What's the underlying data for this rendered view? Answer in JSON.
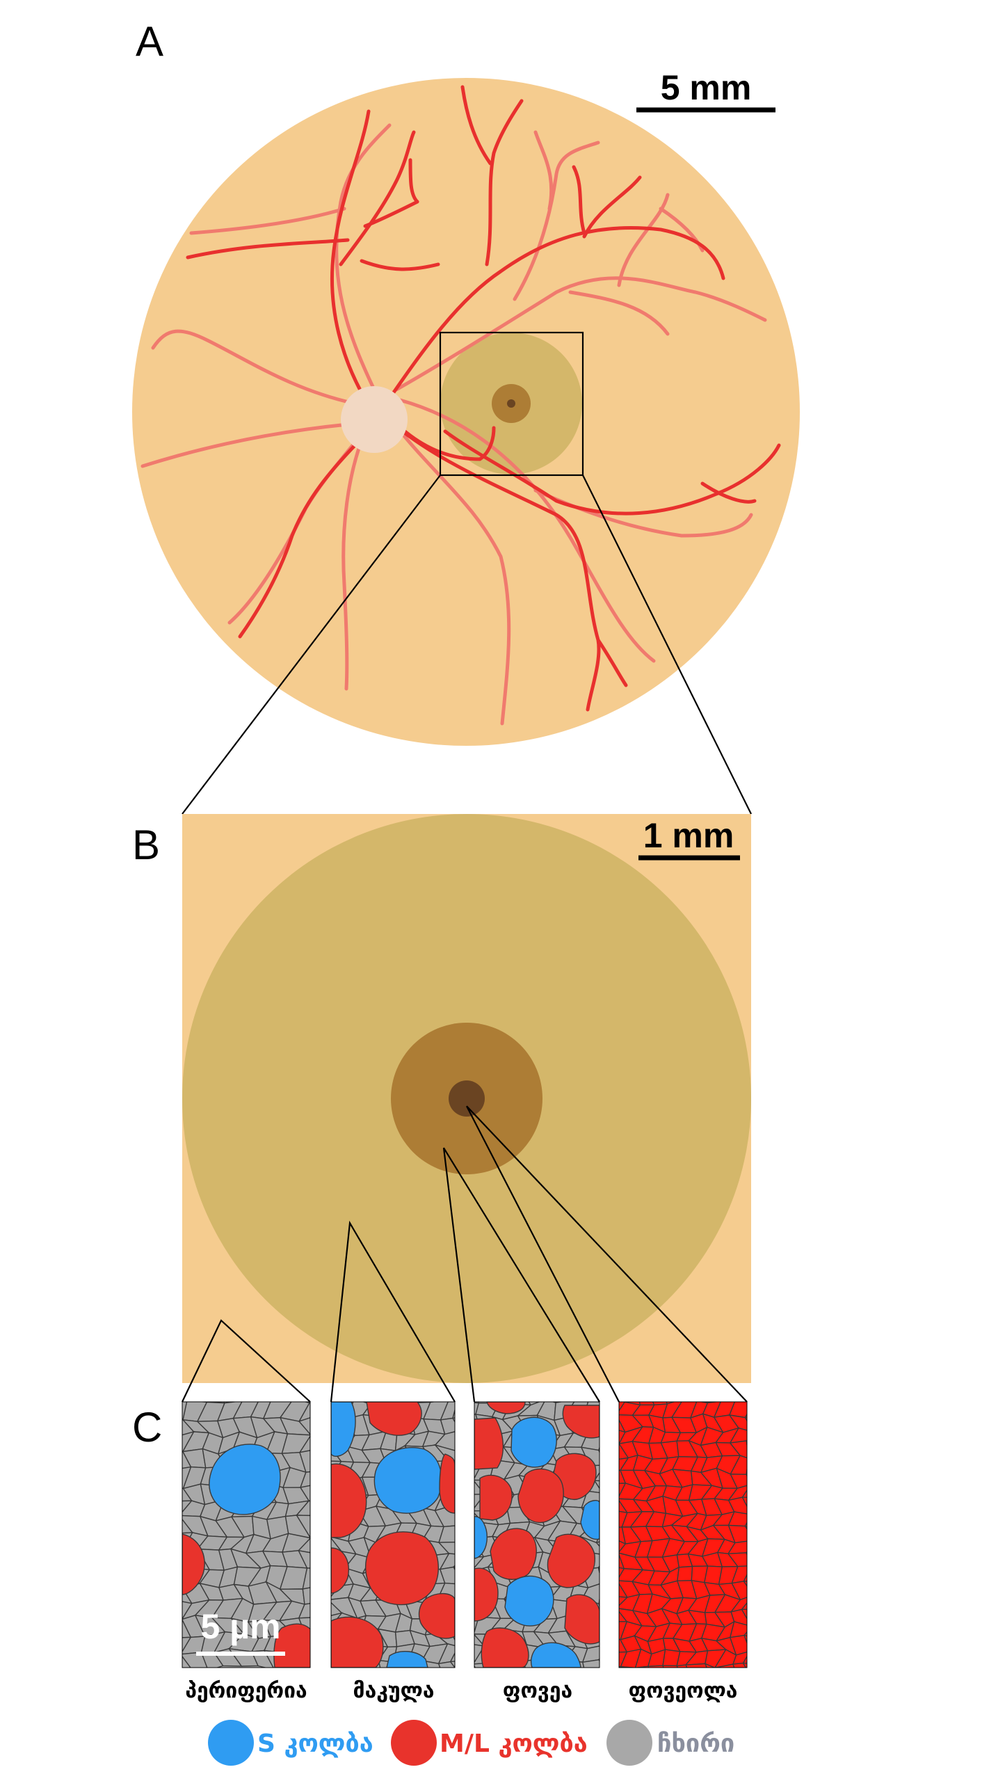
{
  "panels": {
    "a": {
      "letter": "A",
      "scale_label": "5 mm"
    },
    "b": {
      "letter": "B",
      "scale_label": "1 mm"
    },
    "c": {
      "letter": "C",
      "scale_label": "5 µm"
    }
  },
  "regions": [
    {
      "id": "periphery",
      "label": "პერიფერია"
    },
    {
      "id": "macula",
      "label": "მაკულა"
    },
    {
      "id": "fovea",
      "label": "ფოვეა"
    },
    {
      "id": "foveola",
      "label": "ფოვეოლა"
    }
  ],
  "legend": [
    {
      "id": "s-cone",
      "label": "S კოლბა",
      "color": "#2f9cf2"
    },
    {
      "id": "ml-cone",
      "label": "M/L კოლბა",
      "color": "#e8332c"
    },
    {
      "id": "rod",
      "label": "ჩხირი",
      "color": "#a8a8a8"
    }
  ],
  "colors": {
    "fundus": "#f5cc8f",
    "macula": "#d4b76a",
    "fovea": "#ad7d35",
    "foveola": "#6a4422",
    "optic_disc": "#f2d8c3",
    "vessel_artery": "#e8302e",
    "vessel_vein": "#f07a6e"
  }
}
